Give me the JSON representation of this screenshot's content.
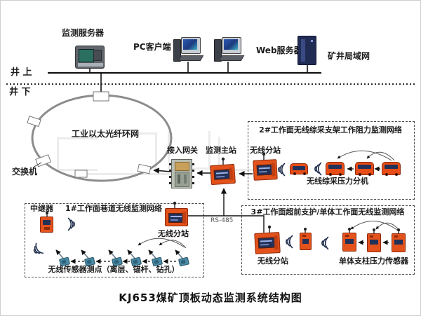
{
  "diagram_title": "KJ653煤矿顶板动态监测系统结构图",
  "surface": {
    "monitor_server": "监测服务器",
    "pc_client": "PC客户端",
    "web_server": "Web服务器",
    "mine_lan": "矿井局域网",
    "above_ground": "井 上",
    "below_ground": "井 下"
  },
  "ring": {
    "label": "工业以太光纤环网",
    "switch": "交换机"
  },
  "backbone": {
    "gateway": "接入网关",
    "master_station": "监测主站",
    "bus_label": "RS-485"
  },
  "network2": {
    "title": "2#工作面无线综采支架工作阻力监测网络",
    "substation": "无线分站",
    "device_label": "无线综采压力分机"
  },
  "network1": {
    "repeater": "中继器",
    "title": "1#工作面巷道无线监测网络",
    "substation": "无线分站",
    "sensor_label": "无线传感器测点（离层、锚杆、钻孔）"
  },
  "network3": {
    "title": "3#工作面超前支护/单体工作面无线监测网络",
    "substation": "无线分站",
    "sensor_label": "单体支柱压力传感器"
  },
  "colors": {
    "device_orange": "#e4521c",
    "screen_navy": "#223158",
    "ring_gray": "#8c8c8c",
    "sensor_teal": "#4b8aa4"
  }
}
